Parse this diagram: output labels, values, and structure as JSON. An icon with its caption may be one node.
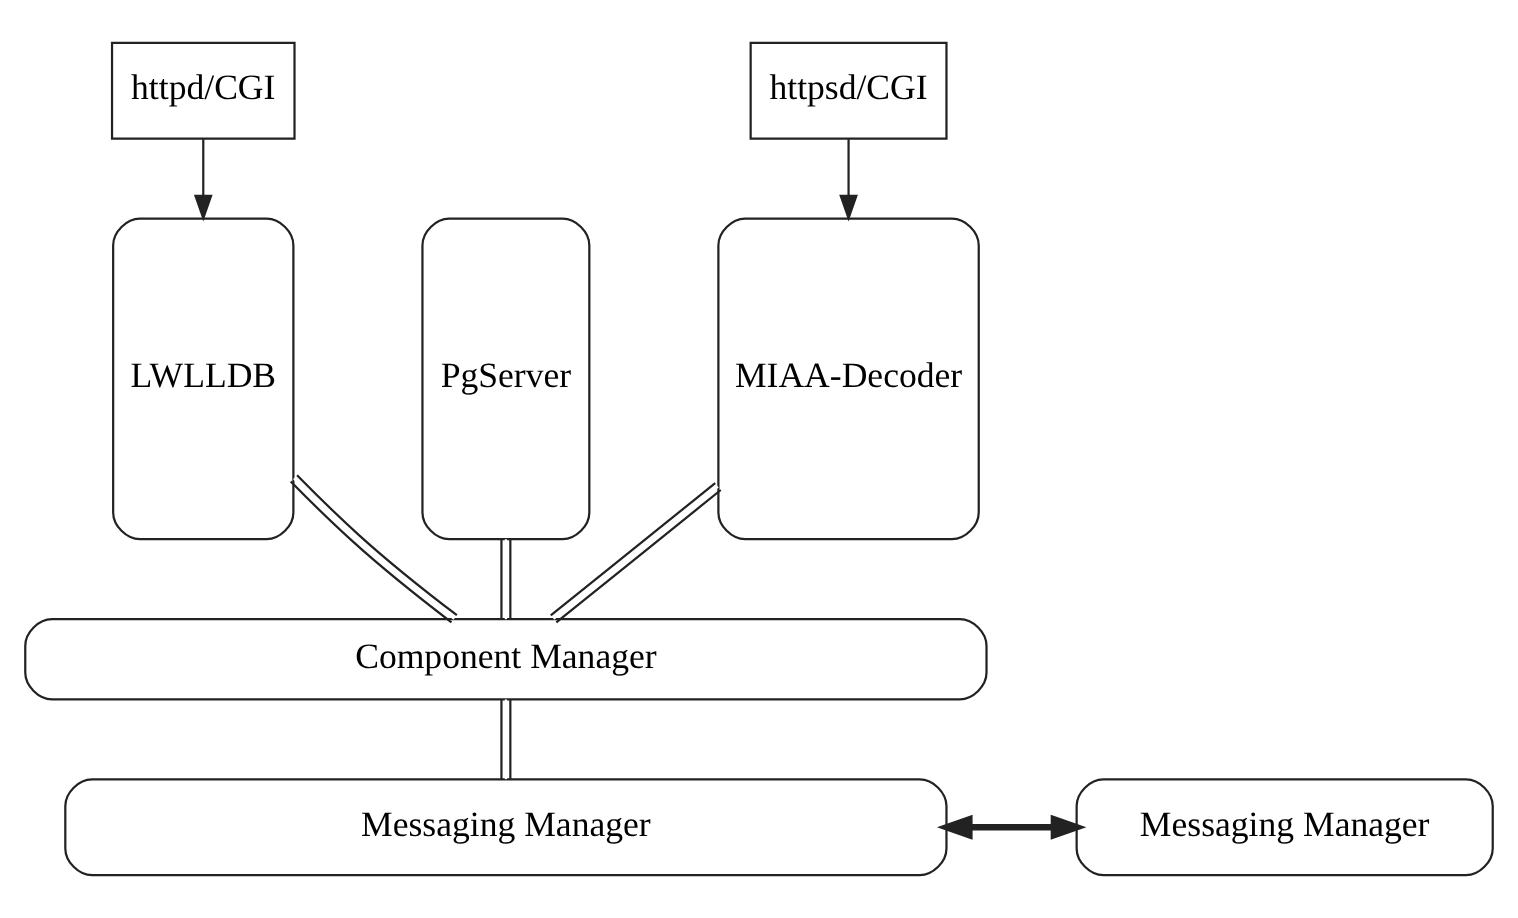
{
  "diagram": {
    "nodes": [
      {
        "text": [
          "httpd/CGI"
        ]
      },
      {
        "text": [
          "httpsd/CGI"
        ]
      },
      {
        "text": [
          "LWLLDB"
        ]
      },
      {
        "text": [
          "PgServer"
        ]
      },
      {
        "text": [
          "MIAA-Decoder"
        ]
      },
      {
        "text": [
          "Component Manager"
        ]
      },
      {
        "text": [
          "Messaging Manager"
        ]
      },
      {
        "text": [
          "Messaging Manager"
        ]
      }
    ],
    "edges": [
      {
        "from": 0,
        "to": 2,
        "arrow": "to"
      },
      {
        "from": 1,
        "to": 4,
        "arrow": "to"
      },
      {
        "from": 2,
        "to": 5,
        "arrow": "none"
      },
      {
        "from": 3,
        "to": 5,
        "arrow": "none"
      },
      {
        "from": 4,
        "to": 5,
        "arrow": "none"
      },
      {
        "from": 5,
        "to": 6,
        "arrow": "none"
      },
      {
        "from": 6,
        "to": 7,
        "arrow": "both",
        "style": "thick"
      }
    ]
  }
}
